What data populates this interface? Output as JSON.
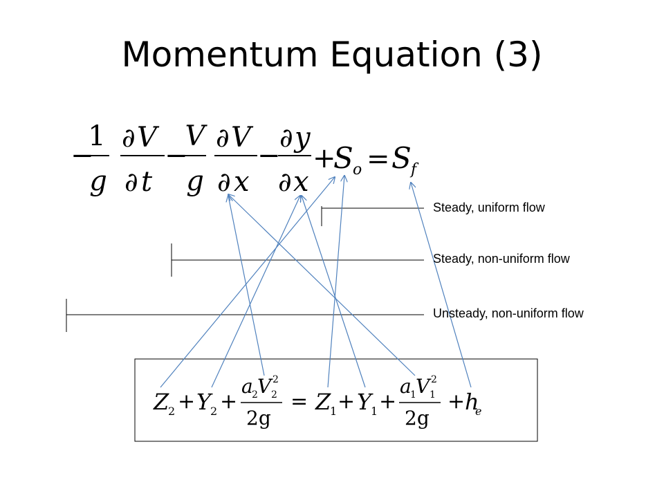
{
  "slide": {
    "title": "Momentum Equation (3)"
  },
  "equation_top": {
    "term1": {
      "sign": "−",
      "num": "1",
      "den_1": "g",
      "num2_d": "∂",
      "num2_v": "V",
      "den2_d": "∂",
      "den2_v": "t"
    },
    "term2": {
      "sign": "−",
      "num": "V",
      "den": "g",
      "num2_d": "∂",
      "num2_v": "V",
      "den2_d": "∂",
      "den2_v": "x"
    },
    "term3": {
      "sign": "−",
      "num_d": "∂",
      "num_v": "y",
      "den_d": "∂",
      "den_v": "x"
    },
    "term4": {
      "sign": "+",
      "base": "S",
      "sub": "o"
    },
    "rhs": {
      "eq": "=",
      "base": "S",
      "sub": "f"
    }
  },
  "flow_labels": {
    "steady_uniform": "Steady, uniform flow",
    "steady_nonuniform": "Steady, non-uniform flow",
    "unsteady_nonuniform": "Unsteady, non-uniform flow"
  },
  "equation_bottom": {
    "z2": "Z",
    "z2_sub": "2",
    "plus1": "+",
    "y2": "Y",
    "y2_sub": "2",
    "plus2": "+",
    "frac2_num_a": "a",
    "frac2_num_a_sub": "2",
    "frac2_num_v": "V",
    "frac2_num_v_sub": "2",
    "frac2_num_v_sup": "2",
    "frac2_den": "2g",
    "eq": "=",
    "z1": "Z",
    "z1_sub": "1",
    "plus3": "+",
    "y1": "Y",
    "y1_sub": "1",
    "plus4": "+",
    "frac1_num_a": "a",
    "frac1_num_a_sub": "1",
    "frac1_num_v": "V",
    "frac1_num_v_sub": "1",
    "frac1_num_v_sup": "2",
    "frac1_den": "2g",
    "plus5": "+",
    "he": "h",
    "he_sub": "e"
  },
  "colors": {
    "arrow": "#4f81bd",
    "line": "#000000",
    "text": "#000000"
  }
}
